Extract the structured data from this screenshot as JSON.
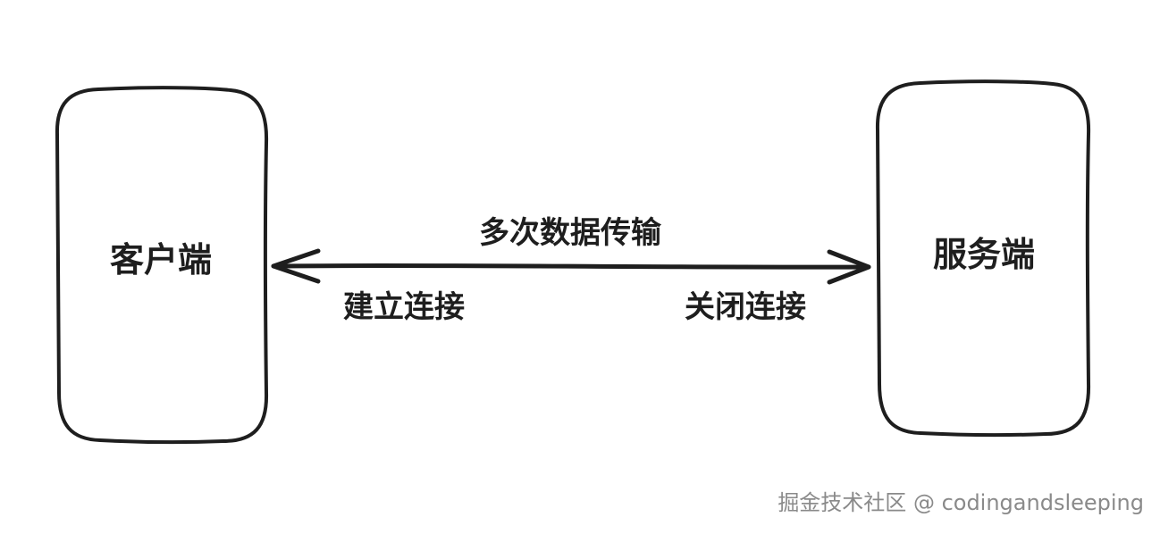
{
  "diagram": {
    "client_label": "客户端",
    "server_label": "服务端",
    "transfer_label": "多次数据传输",
    "connect_label": "建立连接",
    "close_label": "关闭连接"
  },
  "watermark": {
    "text": "掘金技术社区 @ codingandsleeping"
  },
  "colors": {
    "stroke": "#1e1e1e",
    "background": "#ffffff",
    "watermark": "#8a8a8a"
  }
}
